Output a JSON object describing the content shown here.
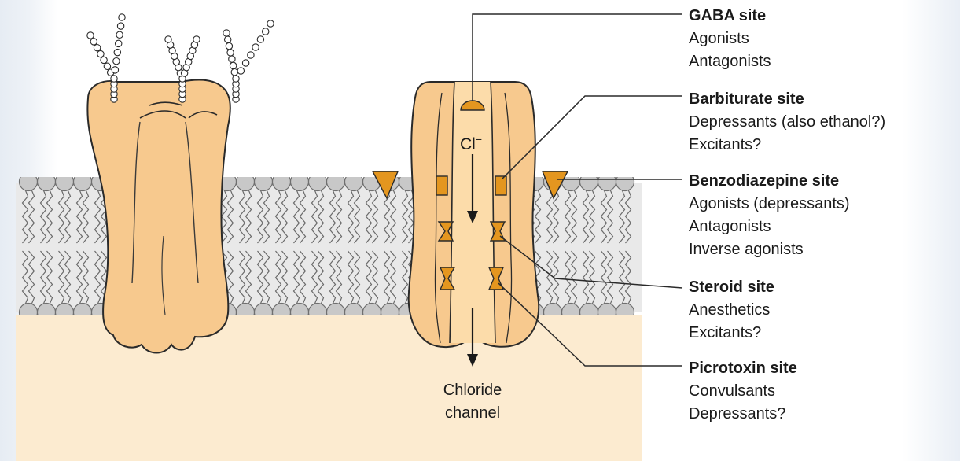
{
  "channel": {
    "ion_symbol": "Cl",
    "ion_charge": "−",
    "label_line1": "Chloride",
    "label_line2": "channel"
  },
  "sites": [
    {
      "title": "GABA site",
      "items": [
        "Agonists",
        "Antagonists"
      ]
    },
    {
      "title": "Barbiturate site",
      "items": [
        "Depressants (also ethanol?)",
        "Excitants?"
      ]
    },
    {
      "title": "Benzodiazepine site",
      "items": [
        "Agonists (depressants)",
        "Antagonists",
        "Inverse agonists"
      ]
    },
    {
      "title": "Steroid site",
      "items": [
        "Anesthetics",
        "Excitants?"
      ]
    },
    {
      "title": "Picrotoxin site",
      "items": [
        "Convulsants",
        "Depressants?"
      ]
    }
  ],
  "colors": {
    "cytoplasm": "#fcebd0",
    "protein_fill": "#f7c98e",
    "protein_stroke": "#2a2a2a",
    "channel_interior": "#fcdcaa",
    "site_orange": "#e4961f",
    "lipid_head": "#c8c8c8",
    "lipid_head_stroke": "#6f6f6f",
    "membrane_core": "#e9e9e9"
  }
}
